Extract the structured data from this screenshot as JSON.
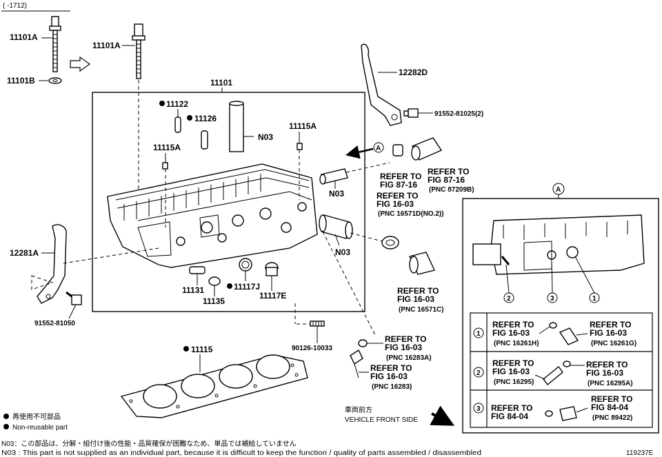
{
  "header_ref": "(   -1712)",
  "diagram_id": "119237E",
  "labels": {
    "p11101A_left": "11101A",
    "p11101B": "11101B",
    "p11101A_right": "11101A",
    "p11101": "11101",
    "p11122": "11122",
    "p11126": "11126",
    "n03_top": "N03",
    "p11115A_left": "11115A",
    "p11115A_right": "11115A",
    "p12282D": "12282D",
    "p91552_81025": "91552-81025(2)",
    "p12281A": "12281A",
    "p91552_81050": "91552-81050",
    "p11131": "11131",
    "p11135": "11135",
    "p11117J": "11117J",
    "p11117E": "11117E",
    "p90126_10033": "90126-10033",
    "p11115": "11115",
    "n03_mid": "N03",
    "n03_low": "N03",
    "callout_A": "A"
  },
  "refers": {
    "r87_16a_1": "REFER TO",
    "r87_16a_2": "FIG 87-16",
    "r87_16b_1": "REFER TO",
    "r87_16b_2": "FIG 87-16",
    "r87_16b_3": "(PNC 87209B)",
    "r16_03a_1": "REFER TO",
    "r16_03a_2": "FIG 16-03",
    "r16_03a_3": "(PNC 16571D(NO.2))",
    "r16_03b_1": "REFER TO",
    "r16_03b_2": "FIG 16-03",
    "r16_03b_3": "(PNC 16571C)",
    "r16_03c_1": "REFER TO",
    "r16_03c_2": "FIG 16-03",
    "r16_03c_3": "(PNC 16283A)",
    "r16_03d_1": "REFER TO",
    "r16_03d_2": "FIG 16-03",
    "r16_03d_3": "(PNC 16283)"
  },
  "detail": {
    "title": "A",
    "callouts": [
      "2",
      "3",
      "1"
    ],
    "rows": [
      {
        "num": "1",
        "l1": "REFER TO",
        "l2": "FIG 16-03",
        "l3": "(PNC 16261H)",
        "r1": "REFER TO",
        "r2": "FIG 16-03",
        "r3": "(PNC 16261G)"
      },
      {
        "num": "2",
        "l1": "REFER TO",
        "l2": "FIG 16-03",
        "l3": "(PNC 16295)",
        "r1": "REFER TO",
        "r2": "FIG 16-03",
        "r3": "(PNC 16295A)"
      },
      {
        "num": "3",
        "l1": "REFER TO",
        "l2": "FIG 84-04",
        "l3": "",
        "r1": "REFER TO",
        "r2": "FIG 84-04",
        "r3": "(PNC 89422)"
      }
    ]
  },
  "vehicle_front": {
    "jp": "車両前方",
    "en": "VEHICLE FRONT SIDE"
  },
  "legend": {
    "jp": "再使用不可部品",
    "en": "Non-reusable part"
  },
  "notes": {
    "jp": "N03：この部品は、分解・組付け後の性能・品質確保が困難なため、単品では補給していません",
    "en": "N03 : This part is not supplied as an individual part, because it is difficult to keep the function / quality of parts  assembled / disassembled"
  }
}
